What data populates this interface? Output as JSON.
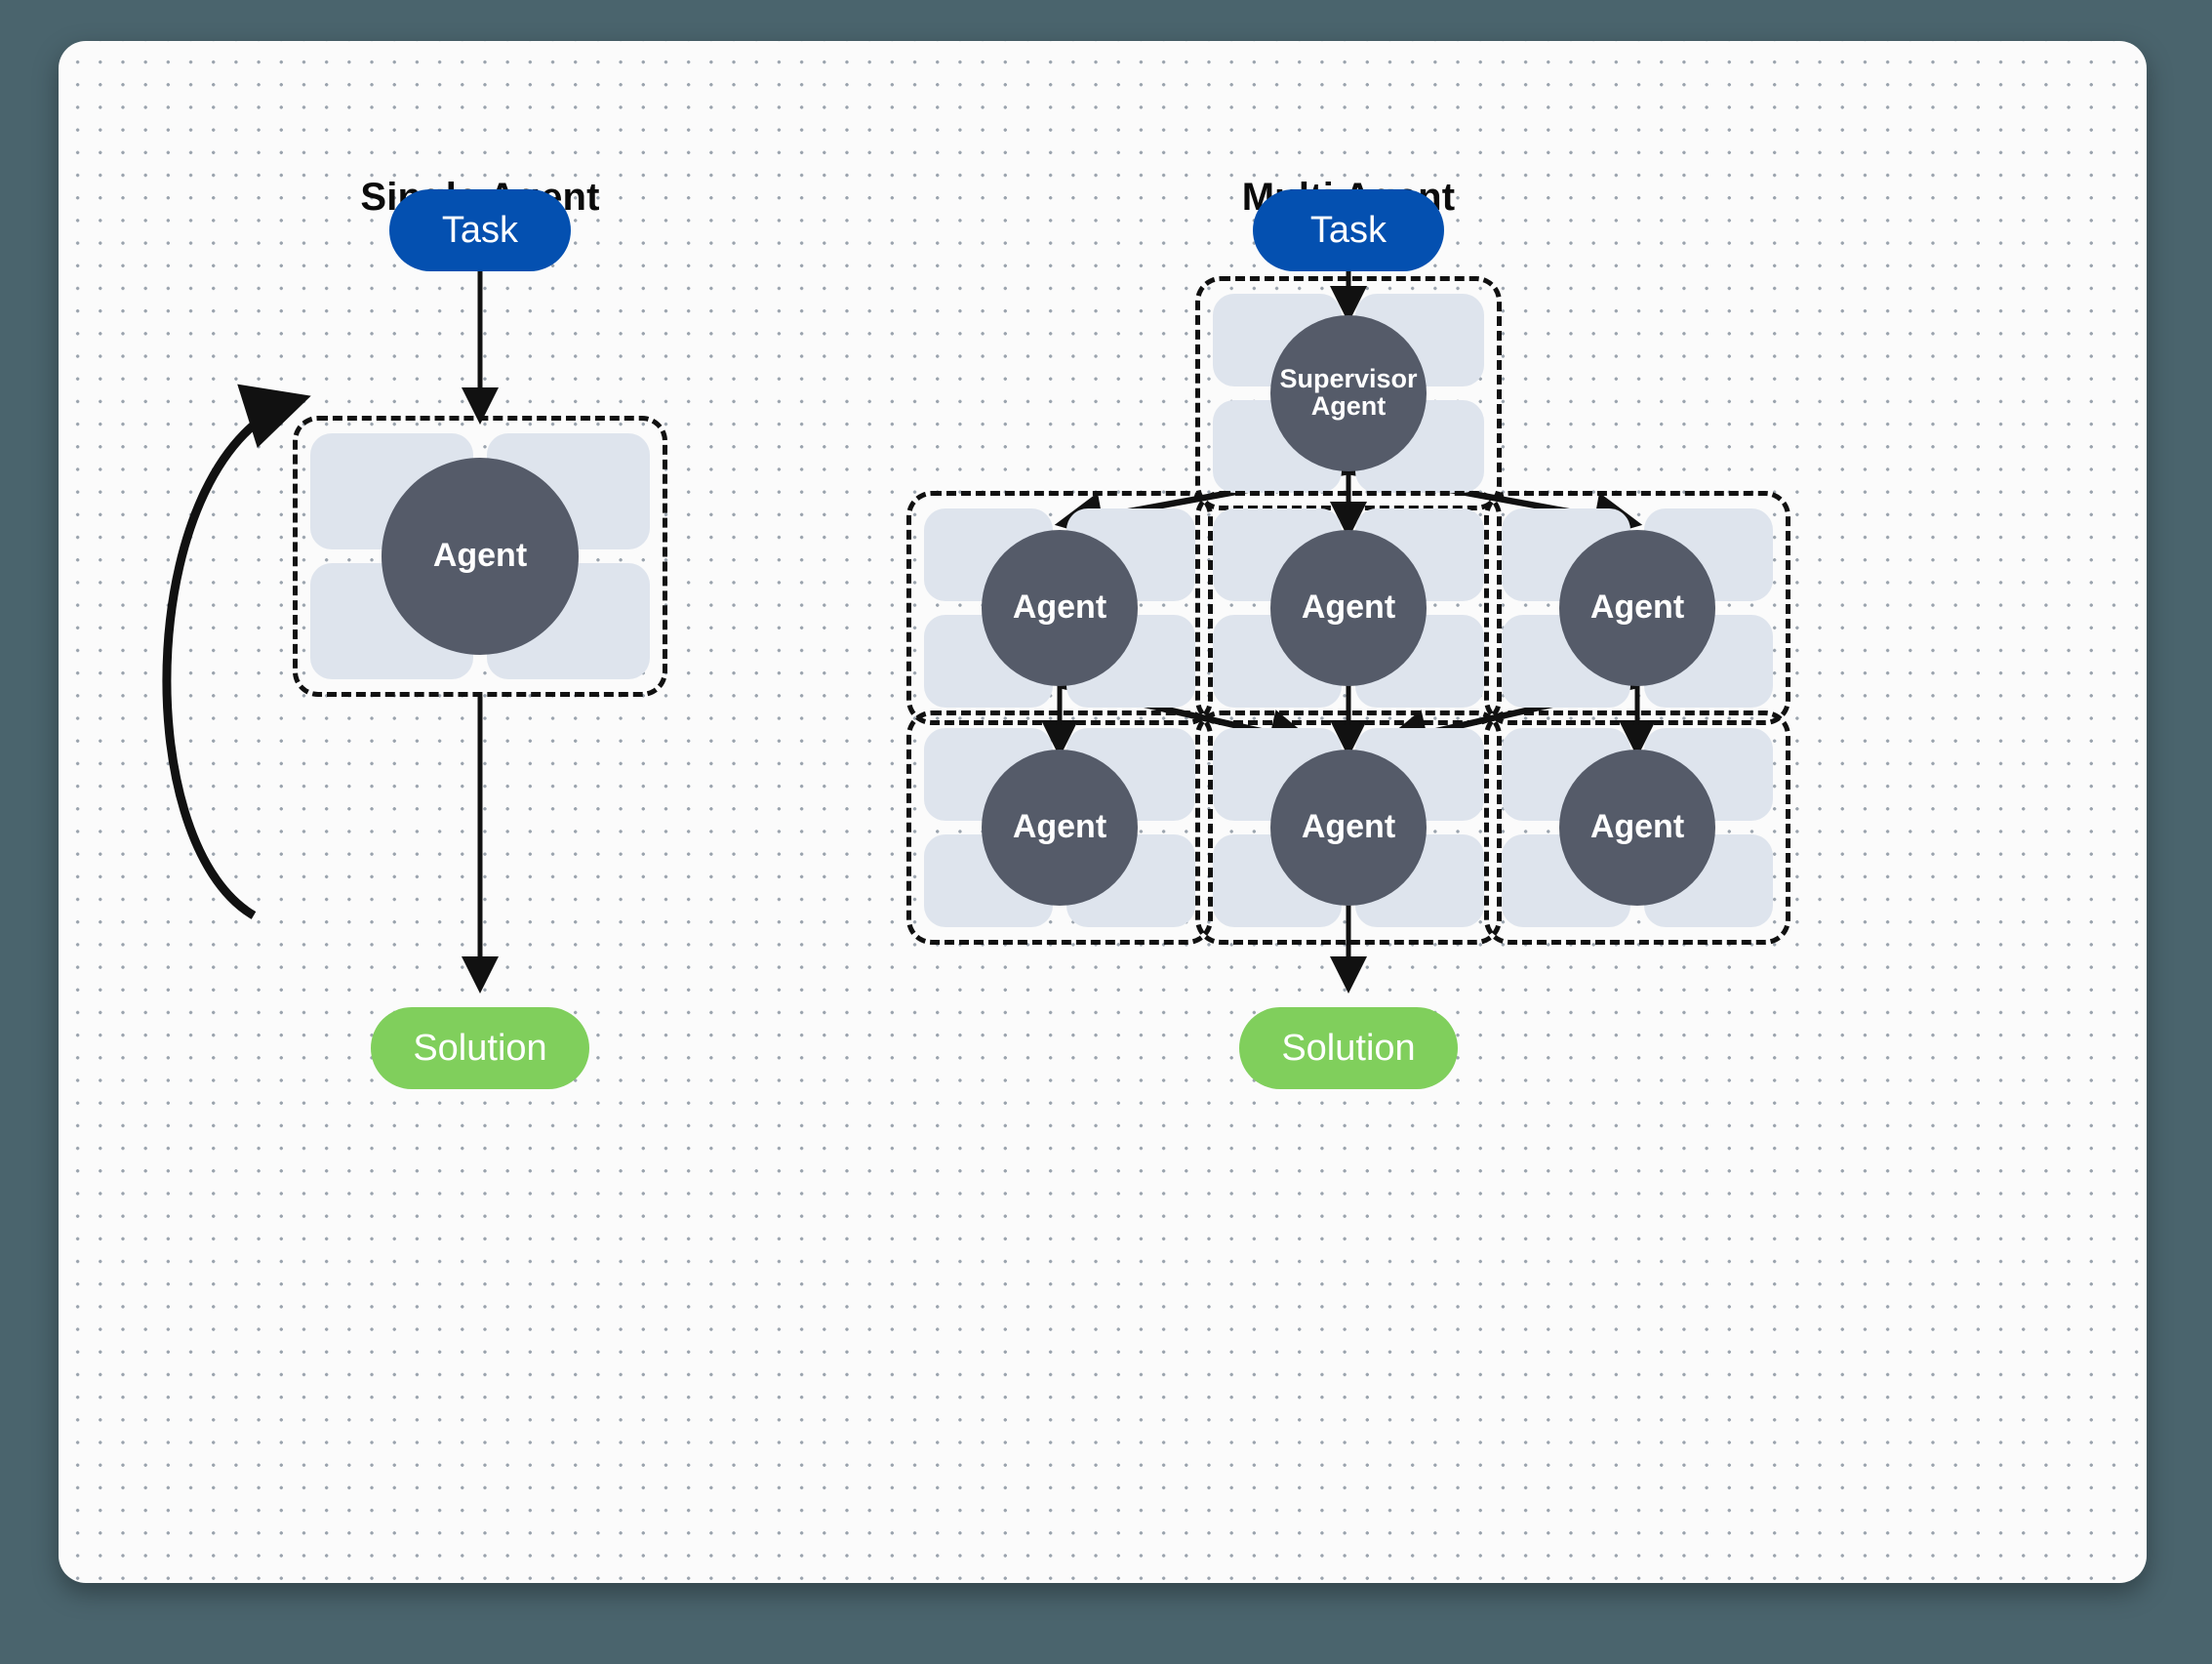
{
  "canvas": {
    "background": "#fbfbfb",
    "outer_background": "#4a646d",
    "dot_color": "#9aa3ad"
  },
  "palette": {
    "task_blue": "#0450b0",
    "solution_green": "#80cf5c",
    "agent_core": "#555b69",
    "agent_tile": "#dee4ed",
    "stroke": "#111111",
    "title": "#0b0b0b"
  },
  "columns": [
    {
      "id": "single",
      "title": "Single Agent"
    },
    {
      "id": "multi",
      "title": "Multi Agent"
    }
  ],
  "single_agent": {
    "task_label": "Task",
    "agent_label": "Agent",
    "solution_label": "Solution",
    "loop_note": "self-loop arrow from agent back into agent"
  },
  "multi_agent": {
    "task_label": "Task",
    "supervisor_label": "Supervisor\nAgent",
    "supervisor_line1": "Supervisor",
    "supervisor_line2": "Agent",
    "row2": [
      {
        "label": "Agent"
      },
      {
        "label": "Agent"
      },
      {
        "label": "Agent"
      }
    ],
    "row3": [
      {
        "label": "Agent"
      },
      {
        "label": "Agent"
      },
      {
        "label": "Agent"
      }
    ],
    "solution_label": "Solution"
  },
  "chart_data": {
    "type": "diagram",
    "title": "Single Agent vs Multi Agent",
    "nodes": [
      {
        "id": "s-task",
        "label": "Task",
        "kind": "pill",
        "color": "#0450b0",
        "column": "single"
      },
      {
        "id": "s-agent",
        "label": "Agent",
        "kind": "agent-card",
        "column": "single"
      },
      {
        "id": "s-solution",
        "label": "Solution",
        "kind": "pill",
        "color": "#80cf5c",
        "column": "single"
      },
      {
        "id": "m-task",
        "label": "Task",
        "kind": "pill",
        "color": "#0450b0",
        "column": "multi"
      },
      {
        "id": "m-supervisor",
        "label": "Supervisor Agent",
        "kind": "agent-card",
        "column": "multi"
      },
      {
        "id": "m-a1",
        "label": "Agent",
        "kind": "agent-card",
        "column": "multi",
        "row": 2
      },
      {
        "id": "m-a2",
        "label": "Agent",
        "kind": "agent-card",
        "column": "multi",
        "row": 2
      },
      {
        "id": "m-a3",
        "label": "Agent",
        "kind": "agent-card",
        "column": "multi",
        "row": 2
      },
      {
        "id": "m-b1",
        "label": "Agent",
        "kind": "agent-card",
        "column": "multi",
        "row": 3
      },
      {
        "id": "m-b2",
        "label": "Agent",
        "kind": "agent-card",
        "column": "multi",
        "row": 3
      },
      {
        "id": "m-b3",
        "label": "Agent",
        "kind": "agent-card",
        "column": "multi",
        "row": 3
      },
      {
        "id": "m-solution",
        "label": "Solution",
        "kind": "pill",
        "color": "#80cf5c",
        "column": "multi"
      }
    ],
    "edges": [
      {
        "from": "s-task",
        "to": "s-agent"
      },
      {
        "from": "s-agent",
        "to": "s-agent",
        "style": "self-loop"
      },
      {
        "from": "s-agent",
        "to": "s-solution"
      },
      {
        "from": "m-task",
        "to": "m-supervisor"
      },
      {
        "from": "m-supervisor",
        "to": "m-a1"
      },
      {
        "from": "m-supervisor",
        "to": "m-a2"
      },
      {
        "from": "m-supervisor",
        "to": "m-a3"
      },
      {
        "from": "m-a1",
        "to": "m-b1"
      },
      {
        "from": "m-a1",
        "to": "m-b2"
      },
      {
        "from": "m-a2",
        "to": "m-b2"
      },
      {
        "from": "m-a3",
        "to": "m-b2"
      },
      {
        "from": "m-a3",
        "to": "m-b3"
      },
      {
        "from": "m-b2",
        "to": "m-solution"
      }
    ]
  }
}
